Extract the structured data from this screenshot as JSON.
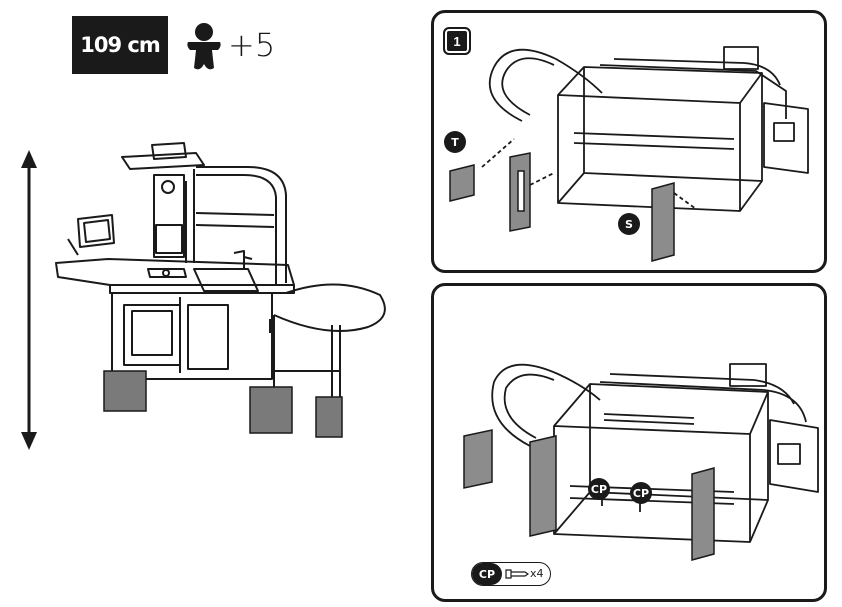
{
  "header": {
    "height_label": "109 cm",
    "age_label": "+5"
  },
  "steps": [
    {
      "number": "1",
      "callouts": [
        "T",
        "S"
      ]
    },
    {
      "callouts": [
        "CP",
        "CP"
      ]
    }
  ],
  "legend": {
    "part_code": "CP",
    "quantity": "x4",
    "icon": "screw-icon"
  },
  "colors": {
    "ink": "#1a1a1a",
    "leg_grey": "#7a7a7a",
    "part_grey": "#8c8c8c"
  }
}
